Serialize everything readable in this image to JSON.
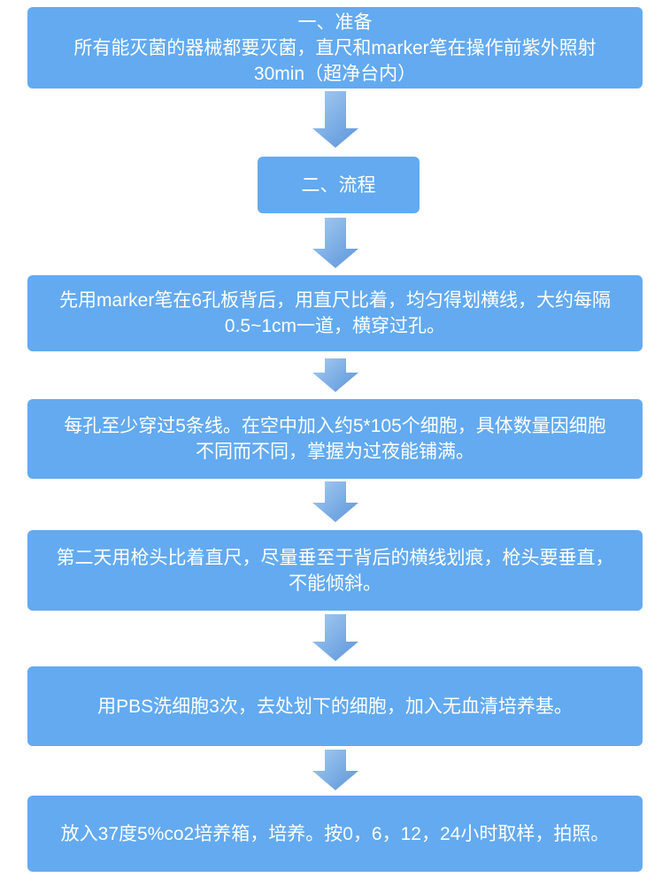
{
  "colors": {
    "box_fill": "#63aaf0",
    "text": "#ffffff",
    "arrow_start": "#a8cbf0",
    "arrow_mid": "#7fb0e6",
    "arrow_end": "#5d95d8",
    "page_bg": "#ffffff"
  },
  "flowchart": {
    "steps": [
      {
        "id": "prepare",
        "lines": [
          "一、准备",
          "所有能灭菌的器械都要灭菌，直尺和marker笔在操作前紫外照射",
          "30min（超净台内）"
        ]
      },
      {
        "id": "process-header",
        "lines": [
          "二、流程"
        ]
      },
      {
        "id": "draw-lines",
        "lines": [
          "先用marker笔在6孔板背后，用直尺比着，均匀得划横线，大约每隔",
          "0.5~1cm一道，横穿过孔。"
        ]
      },
      {
        "id": "seed-cells",
        "lines": [
          "每孔至少穿过5条线。在空中加入约5*105个细胞，具体数量因细胞",
          "不同而不同，掌握为过夜能铺满。"
        ]
      },
      {
        "id": "scratch",
        "lines": [
          "第二天用枪头比着直尺，尽量垂至于背后的横线划痕，枪头要垂直，",
          "不能倾斜。"
        ]
      },
      {
        "id": "wash",
        "lines": [
          "用PBS洗细胞3次，去处划下的细胞，加入无血清培养基。"
        ]
      },
      {
        "id": "incubate",
        "lines": [
          "放入37度5%co2培养箱，培养。按0，6，12，24小时取样，拍照。"
        ]
      }
    ]
  }
}
